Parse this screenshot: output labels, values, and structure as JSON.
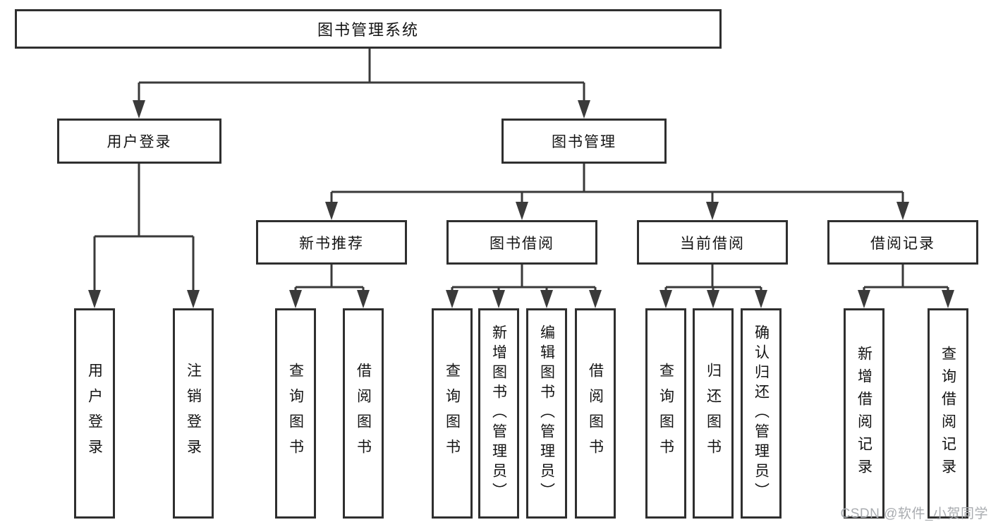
{
  "diagram": {
    "type": "hierarchy-tree",
    "title": "图书管理系统",
    "nodes": {
      "root": {
        "label": "图书管理系统",
        "parent": null
      },
      "user_login": {
        "label": "用户登录",
        "parent": "root"
      },
      "book_mgmt": {
        "label": "图书管理",
        "parent": "root"
      },
      "leaf_user_login": {
        "label": "用户登录",
        "parent": "user_login"
      },
      "leaf_logout": {
        "label": "注销登录",
        "parent": "user_login"
      },
      "new_book_rec": {
        "label": "新书推荐",
        "parent": "book_mgmt"
      },
      "book_borrow": {
        "label": "图书借阅",
        "parent": "book_mgmt"
      },
      "current_borrow": {
        "label": "当前借阅",
        "parent": "book_mgmt"
      },
      "borrow_records": {
        "label": "借阅记录",
        "parent": "book_mgmt"
      },
      "nb_query": {
        "label": "查询图书",
        "parent": "new_book_rec"
      },
      "nb_borrow": {
        "label": "借阅图书",
        "parent": "new_book_rec"
      },
      "bb_query": {
        "label": "查询图书",
        "parent": "book_borrow"
      },
      "bb_add": {
        "label": "新增图书（管理员）",
        "parent": "book_borrow"
      },
      "bb_edit": {
        "label": "编辑图书（管理员）",
        "parent": "book_borrow"
      },
      "bb_borrow": {
        "label": "借阅图书",
        "parent": "book_borrow"
      },
      "cb_query": {
        "label": "查询图书",
        "parent": "current_borrow"
      },
      "cb_return": {
        "label": "归还图书",
        "parent": "current_borrow"
      },
      "cb_confirm": {
        "label": "确认归还（管理员）",
        "parent": "current_borrow"
      },
      "br_add": {
        "label": "新增借阅记录",
        "parent": "borrow_records"
      },
      "br_query": {
        "label": "查询借阅记录",
        "parent": "borrow_records"
      }
    }
  },
  "colors": {
    "border": "#2f2f2f",
    "line": "#3a3a3a",
    "text": "#141414",
    "watermark": "#a9acb0",
    "background": "#ffffff"
  },
  "watermark": {
    "text": "CSDN @软件_小贺同学"
  }
}
